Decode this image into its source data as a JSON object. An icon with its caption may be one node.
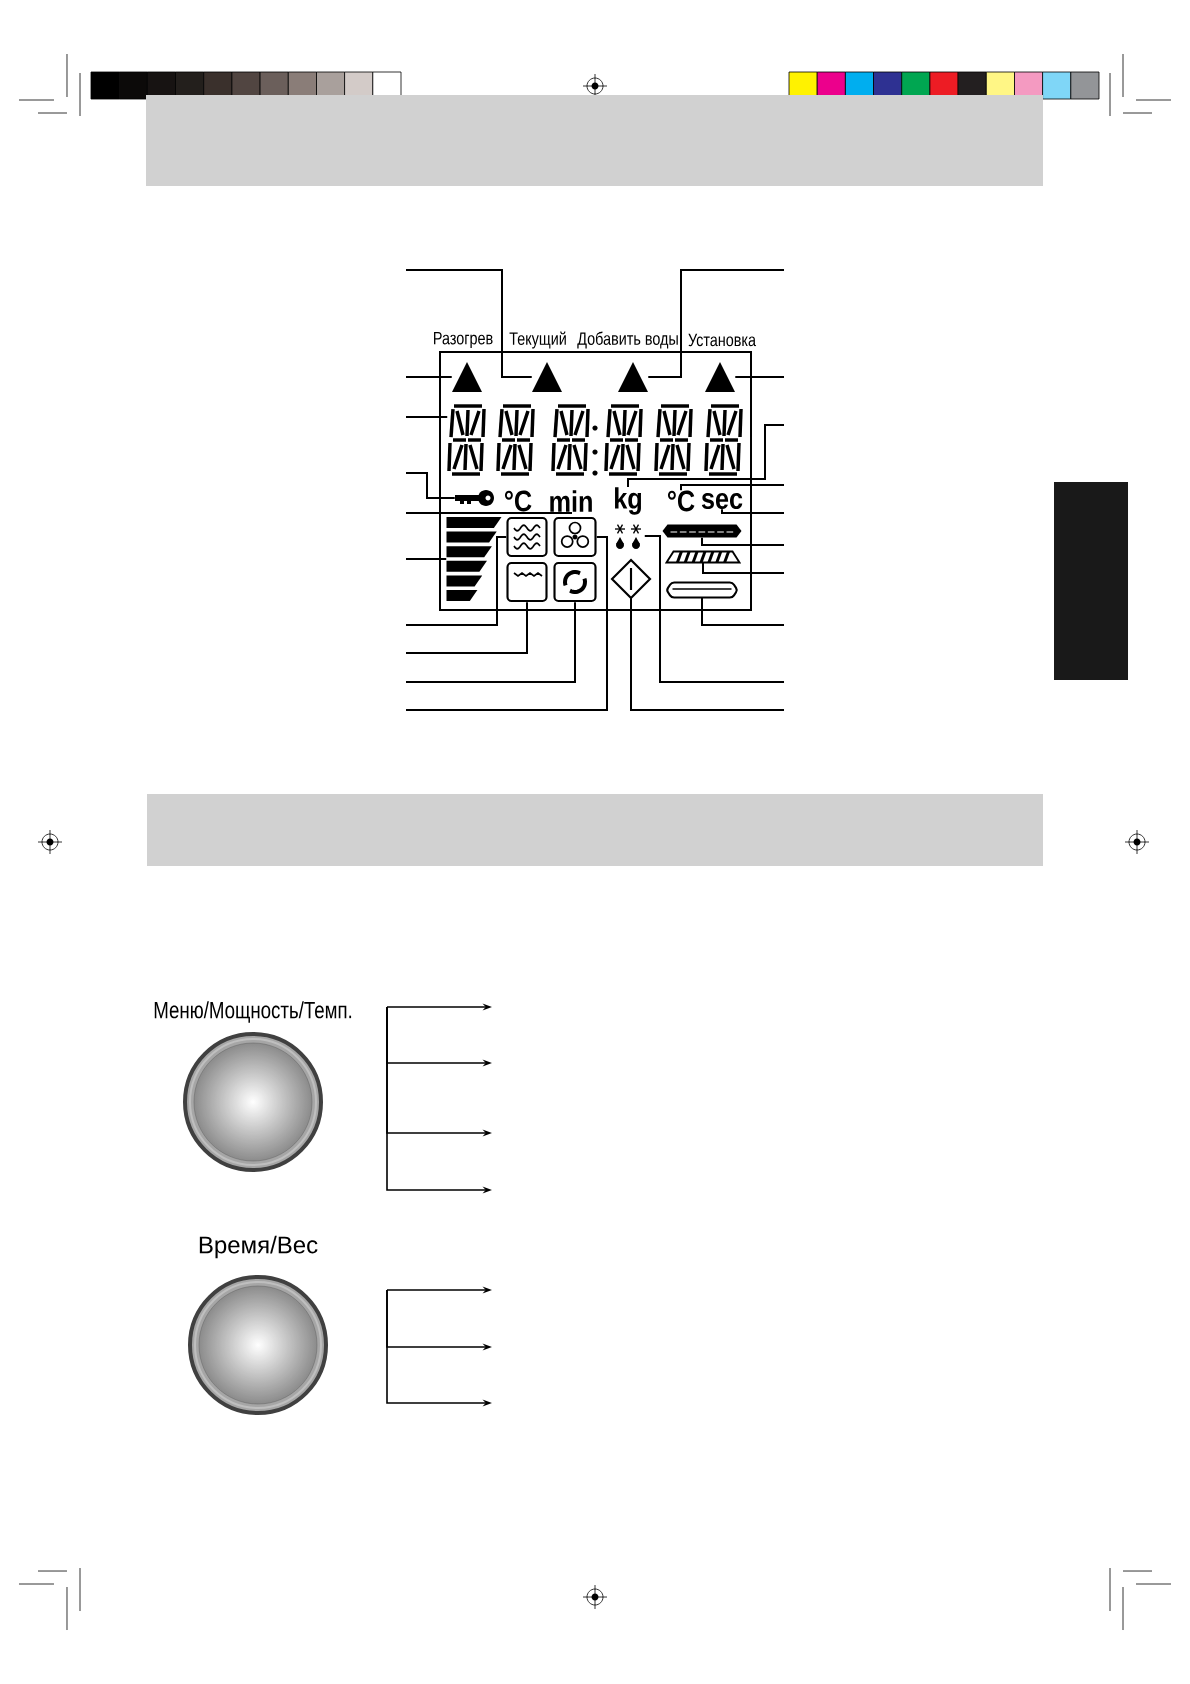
{
  "diagram": {
    "nodes": [
      {
        "text": [],
        "shape": "triangle",
        "beside": [
          "Разогрев"
        ]
      },
      {
        "text": [],
        "shape": "triangle",
        "beside": [
          "Текущий"
        ]
      },
      {
        "text": [],
        "shape": "triangle",
        "beside": [
          "Добавить воды"
        ]
      },
      {
        "text": [],
        "shape": "triangle",
        "beside": [
          "Установка"
        ]
      },
      {
        "text": [],
        "shape": "display"
      },
      {
        "text": [],
        "shape": "key"
      },
      {
        "text": [
          "°C"
        ]
      },
      {
        "text": [
          "min"
        ]
      },
      {
        "text": [
          "kg"
        ]
      },
      {
        "text": [
          "°C"
        ]
      },
      {
        "text": [
          "sec"
        ]
      },
      {
        "text": [],
        "shape": "bar"
      },
      {
        "text": [],
        "shape": "box"
      },
      {
        "text": [],
        "shape": "box"
      },
      {
        "text": [],
        "shape": "box"
      },
      {
        "text": [],
        "shape": "box"
      },
      {
        "text": [],
        "shape": "drop"
      },
      {
        "text": [],
        "shape": "diamond"
      },
      {
        "text": [],
        "shape": "tray"
      },
      {
        "text": [],
        "shape": "rack"
      },
      {
        "text": [],
        "shape": "tray"
      },
      {
        "text": [
          "Меню/Мощность/Темп."
        ]
      },
      {
        "text": [
          "Время/Вес"
        ]
      },
      {
        "text": [],
        "shape": "band"
      },
      {
        "text": [],
        "shape": "band"
      },
      {
        "text": [],
        "shape": "tab"
      }
    ],
    "edges": [
      {
        "from": null,
        "to": 1,
        "arrow": "none"
      },
      {
        "from": null,
        "to": 0,
        "arrow": "none"
      },
      {
        "from": null,
        "to": 4,
        "arrow": "none"
      },
      {
        "from": null,
        "to": 5,
        "arrow": "none"
      },
      {
        "from": null,
        "to": 7,
        "arrow": "none"
      },
      {
        "from": null,
        "to": 11,
        "arrow": "none"
      },
      {
        "from": null,
        "to": 12,
        "arrow": "none"
      },
      {
        "from": null,
        "to": 14,
        "arrow": "none"
      },
      {
        "from": null,
        "to": 15,
        "arrow": "none"
      },
      {
        "from": null,
        "to": 13,
        "arrow": "none"
      },
      {
        "from": null,
        "to": 2,
        "arrow": "none"
      },
      {
        "from": null,
        "to": 3,
        "arrow": "none"
      },
      {
        "from": null,
        "to": 8,
        "arrow": "none"
      },
      {
        "from": null,
        "to": 9,
        "arrow": "none"
      },
      {
        "from": null,
        "to": 10,
        "arrow": "none"
      },
      {
        "from": null,
        "to": 18,
        "arrow": "none"
      },
      {
        "from": null,
        "to": 19,
        "arrow": "none"
      },
      {
        "from": null,
        "to": 20,
        "arrow": "none"
      },
      {
        "from": null,
        "to": 16,
        "arrow": "none"
      },
      {
        "from": null,
        "to": 17,
        "arrow": "none"
      },
      {
        "from": 21,
        "to": null,
        "arrow": "to"
      },
      {
        "from": 21,
        "to": null,
        "arrow": "to"
      },
      {
        "from": 21,
        "to": null,
        "arrow": "to"
      },
      {
        "from": 21,
        "to": null,
        "arrow": "to"
      },
      {
        "from": 22,
        "to": null,
        "arrow": "to"
      },
      {
        "from": 22,
        "to": null,
        "arrow": "to"
      },
      {
        "from": 22,
        "to": null,
        "arrow": "to"
      }
    ]
  }
}
